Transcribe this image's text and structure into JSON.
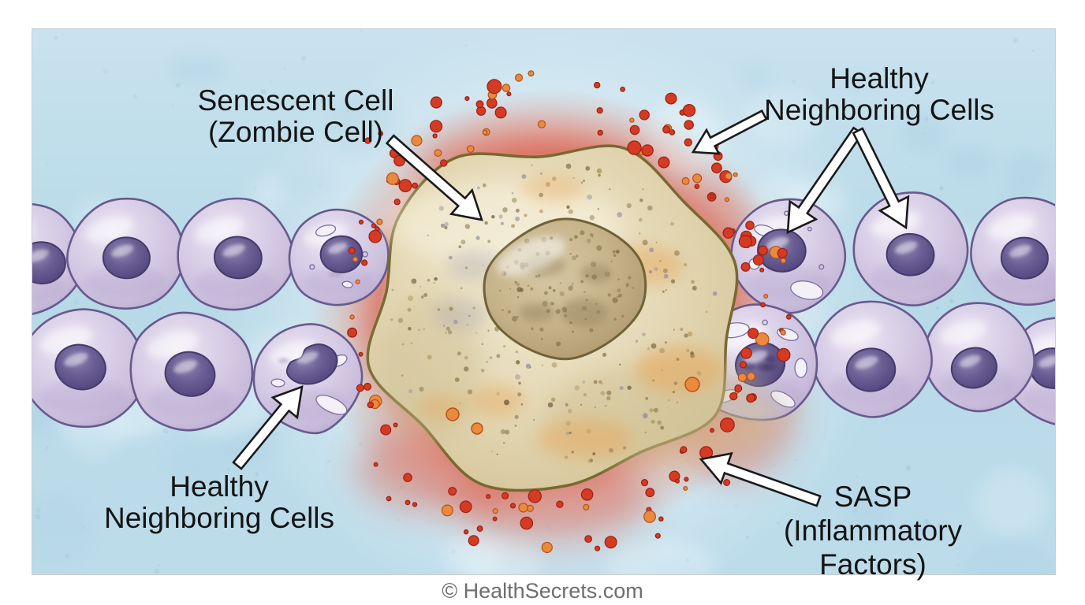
{
  "labels": {
    "senescent_cell": {
      "line1": "Senescent Cell",
      "line2": "(Zombie Cell)"
    },
    "healthy_neighbors_top": {
      "line1": "Healthy",
      "line2": "Neighboring Cells"
    },
    "healthy_neighbors_bottom": {
      "line1": "Healthy",
      "line2": "Neighboring Cells"
    },
    "sasp": {
      "line1": "SASP",
      "line2": "(Inflammatory Factors)"
    }
  },
  "footer": {
    "credit": "© HealthSecrets.com"
  },
  "palette": {
    "page_background": "#ffffff",
    "scene_background": "#b9dbe9",
    "scene_border": "#c9ced2",
    "label_text": "#141414",
    "footer_text": "#6e6e6e",
    "healthy_cell_body": "#cfc5e0",
    "healthy_cell_outline": "#675a8c",
    "cell_nucleus": "#564b82",
    "vacuole_fill": "#f3f0f8",
    "senescent_body": "#ddd0a8",
    "senescent_outline": "#77692f",
    "senescent_nucleus": "#bfae87",
    "sasp_dot_red": "#d53a23",
    "sasp_dot_red_stroke": "#9c2112",
    "sasp_dot_orange": "#e98a3e",
    "sasp_dot_orange_stroke": "#b5521a",
    "sasp_glow": "#de4a30",
    "arrow_fill": "#ffffff",
    "arrow_outline": "#1a1a1a"
  }
}
